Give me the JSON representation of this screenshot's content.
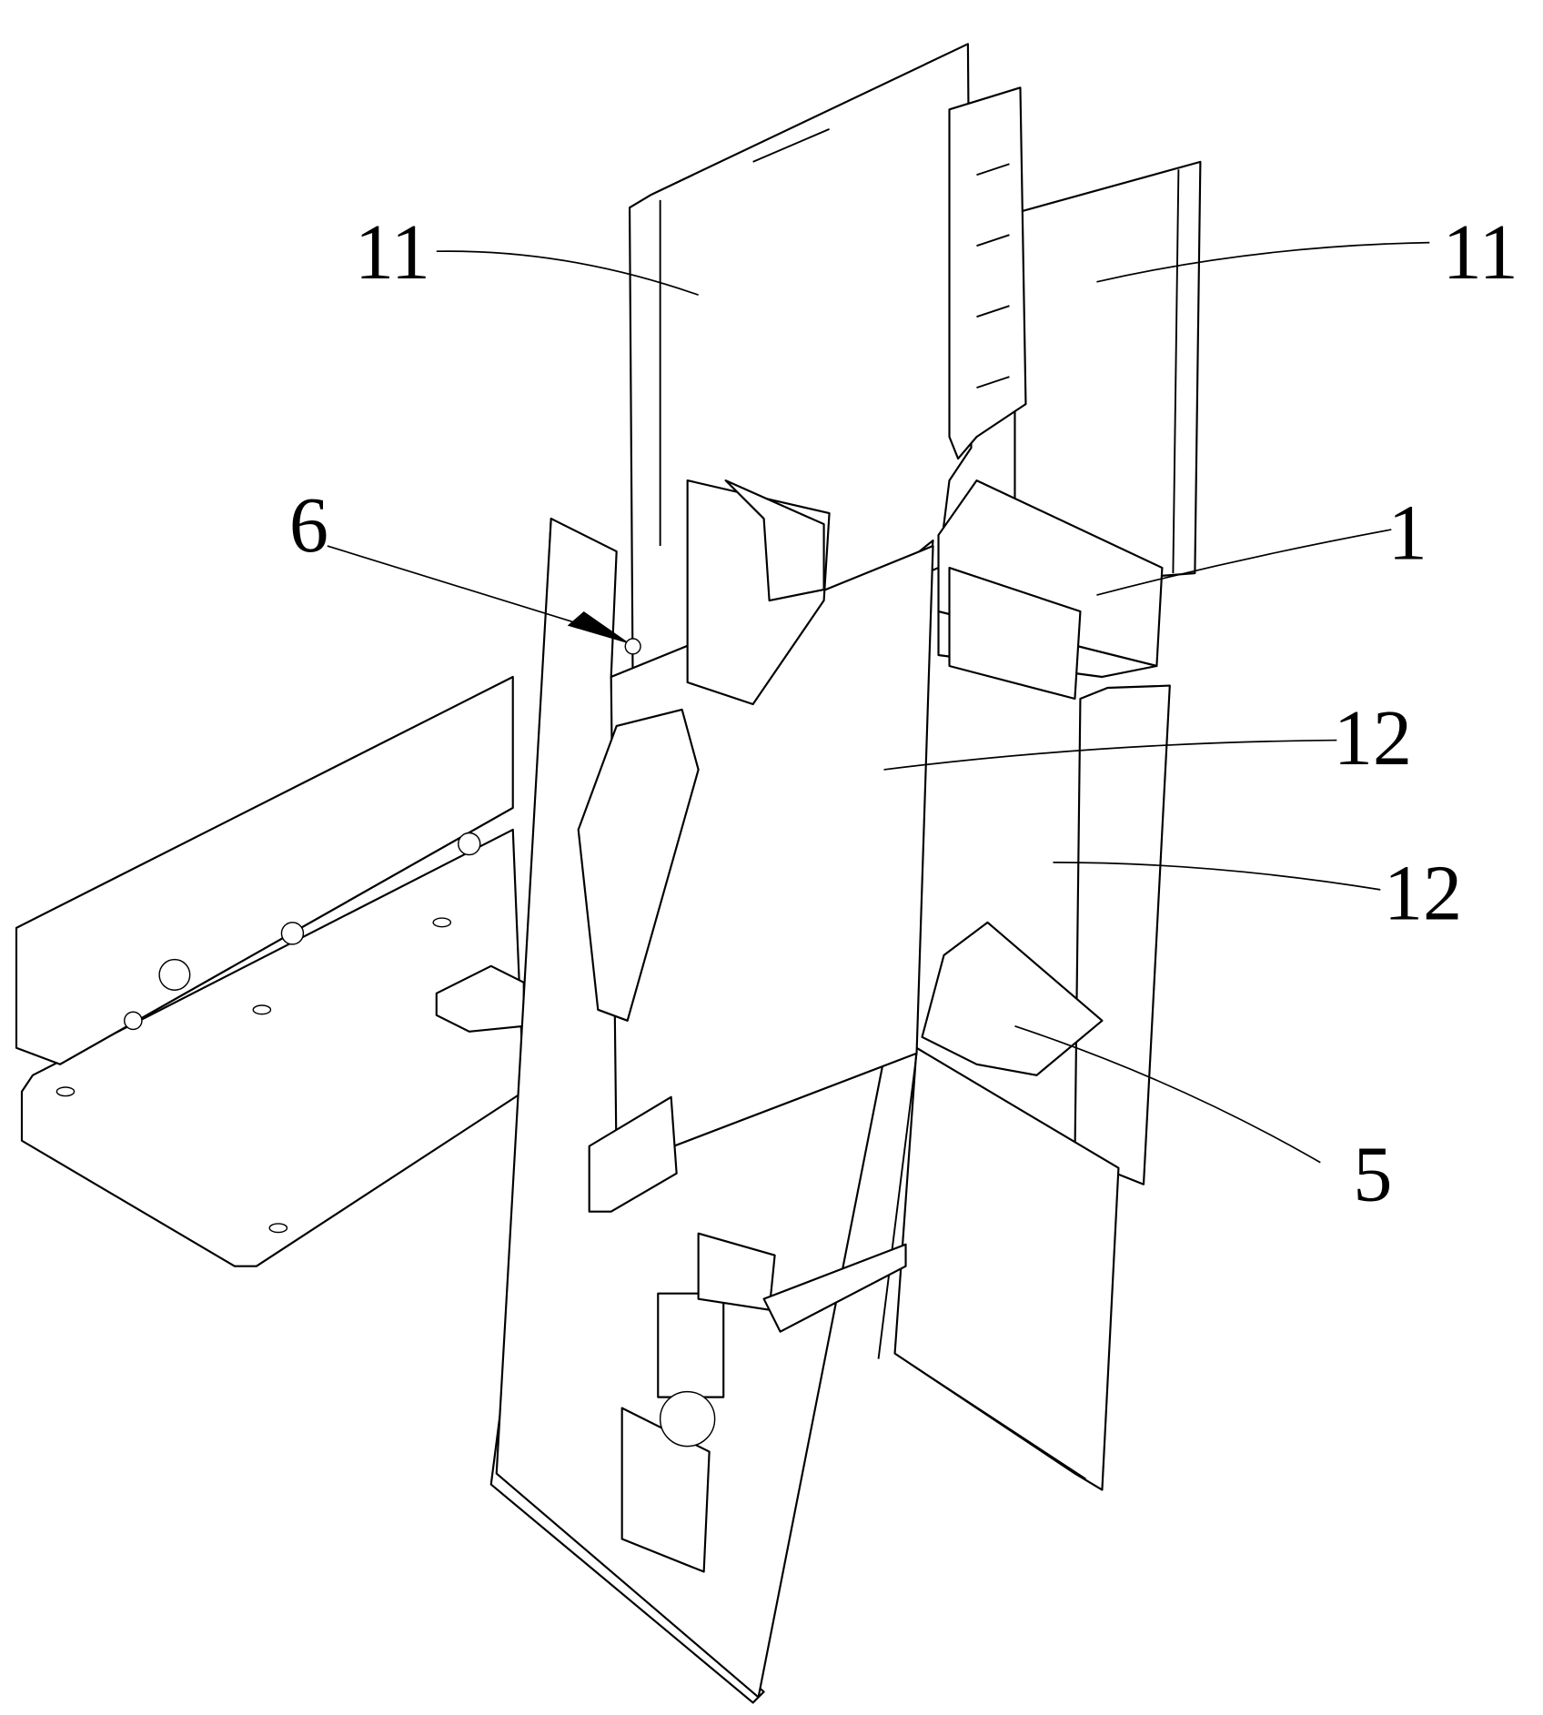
{
  "figure": {
    "labels": [
      {
        "id": "label-11-left",
        "text": "11"
      },
      {
        "id": "label-11-right",
        "text": "11"
      },
      {
        "id": "label-6",
        "text": "6"
      },
      {
        "id": "label-1",
        "text": "1"
      },
      {
        "id": "label-12-upper",
        "text": "12"
      },
      {
        "id": "label-12-lower",
        "text": "12"
      },
      {
        "id": "label-5",
        "text": "5"
      }
    ]
  }
}
